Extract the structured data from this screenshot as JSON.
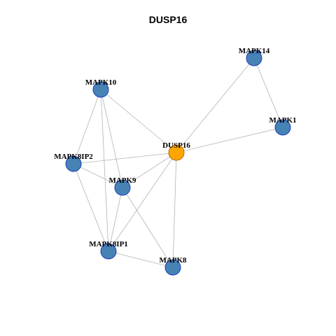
{
  "title": "DUSP16",
  "nodes": [
    {
      "id": "DUSP16",
      "label": "DUSP16",
      "color": "#FFA500",
      "stroke": "#B36B00",
      "role": "center"
    },
    {
      "id": "MAPK14",
      "label": "MAPK14",
      "color": "#4682B4",
      "stroke": "#1F3FBF"
    },
    {
      "id": "MAPK1",
      "label": "MAPK1",
      "color": "#4682B4",
      "stroke": "#1F3FBF"
    },
    {
      "id": "MAPK10",
      "label": "MAPK10",
      "color": "#4682B4",
      "stroke": "#1F3FBF"
    },
    {
      "id": "MAPK8IP2",
      "label": "MAPK8IP2",
      "color": "#4682B4",
      "stroke": "#1F3FBF"
    },
    {
      "id": "MAPK9",
      "label": "MAPK9",
      "color": "#4682B4",
      "stroke": "#1F3FBF"
    },
    {
      "id": "MAPK8IP1",
      "label": "MAPK8IP1",
      "color": "#4682B4",
      "stroke": "#1F3FBF"
    },
    {
      "id": "MAPK8",
      "label": "MAPK8",
      "color": "#4682B4",
      "stroke": "#1F3FBF"
    }
  ],
  "edges": [
    [
      "DUSP16",
      "MAPK14"
    ],
    [
      "DUSP16",
      "MAPK1"
    ],
    [
      "DUSP16",
      "MAPK10"
    ],
    [
      "DUSP16",
      "MAPK8IP2"
    ],
    [
      "DUSP16",
      "MAPK9"
    ],
    [
      "DUSP16",
      "MAPK8IP1"
    ],
    [
      "DUSP16",
      "MAPK8"
    ],
    [
      "MAPK14",
      "MAPK1"
    ],
    [
      "MAPK10",
      "MAPK8IP2"
    ],
    [
      "MAPK10",
      "MAPK9"
    ],
    [
      "MAPK10",
      "MAPK8IP1"
    ],
    [
      "MAPK8IP2",
      "MAPK9"
    ],
    [
      "MAPK8IP2",
      "MAPK8IP1"
    ],
    [
      "MAPK9",
      "MAPK8IP1"
    ],
    [
      "MAPK9",
      "MAPK8"
    ],
    [
      "MAPK8IP1",
      "MAPK8"
    ]
  ],
  "edge_color": "#B3B3B3"
}
